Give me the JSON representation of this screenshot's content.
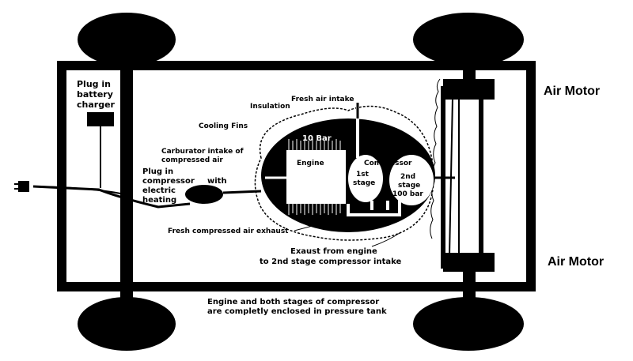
{
  "labels": {
    "plug_battery_l1": "Plug in",
    "plug_battery_l2": "battery",
    "plug_battery_l3": "charger",
    "fresh_air_intake": "Fresh air intake",
    "insulation": "Insulation",
    "cooling_fins": "Cooling Fins",
    "ten_bar": "10 Bar",
    "carb_l1": "Carburator intake of",
    "carb_l2": "compressed air",
    "engine": "Engine",
    "compressor": "Compressor",
    "stage1_l1": "1st",
    "stage1_l2": "stage",
    "stage2_l1": "2nd",
    "stage2_l2": "stage",
    "stage2_l3": "100 bar",
    "plug_comp_l1": "Plug in",
    "plug_comp_l2": "compressor",
    "plug_comp_with": "with",
    "plug_comp_l3": "electric",
    "plug_comp_l4": "heating",
    "fresh_exhaust": "Fresh compressed air exhaust",
    "exaust_l1": "Exaust from engine",
    "exaust_l2": "to 2nd stage compressor intake",
    "air_motor_top": "Air Motor",
    "air_motor_bottom": "Air Motor",
    "footer_l1": "Engine and both stages of compressor",
    "footer_l2": "are completly enclosed in pressure tank"
  },
  "colors": {
    "ink": "#000000",
    "paper": "#ffffff"
  }
}
